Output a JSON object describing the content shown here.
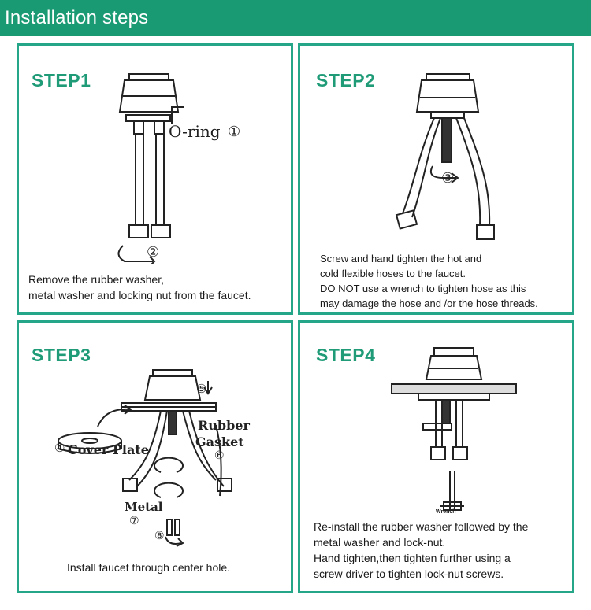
{
  "header": {
    "title": "Installation steps"
  },
  "steps": [
    {
      "title": "STEP1",
      "lines": [
        "Remove the rubber washer,",
        "metal washer and locking nut from the faucet."
      ],
      "labels": {
        "oring": "O-ring",
        "n1": "①",
        "n2": "②"
      }
    },
    {
      "title": "STEP2",
      "lines": [
        "Screw and hand tighten the hot and",
        "cold flexible hoses to the faucet.",
        "DO NOT use a wrench to tighten hose as this",
        "may damage the hose and /or the hose threads."
      ],
      "labels": {
        "n3": "③"
      }
    },
    {
      "title": "STEP3",
      "lines": [
        "Install faucet through center hole."
      ],
      "labels": {
        "n4": "④",
        "cover": "Cover Plate",
        "n5": "⑤",
        "rubber": "Rubber",
        "gasket": "Gasket",
        "n6": "⑥",
        "metal": "Metal",
        "n7": "⑦",
        "n8": "⑧"
      }
    },
    {
      "title": "STEP4",
      "lines": [
        "Re-install the rubber washer followed by the",
        "metal washer and lock-nut.",
        "Hand tighten,then tighten further using a",
        "screw driver to tighten lock-nut screws."
      ],
      "labels": {
        "wrench": "Wrench"
      }
    }
  ],
  "colors": {
    "header_bg": "#1a9a73",
    "panel_border": "#26a689",
    "step_title": "#1f9b78"
  }
}
